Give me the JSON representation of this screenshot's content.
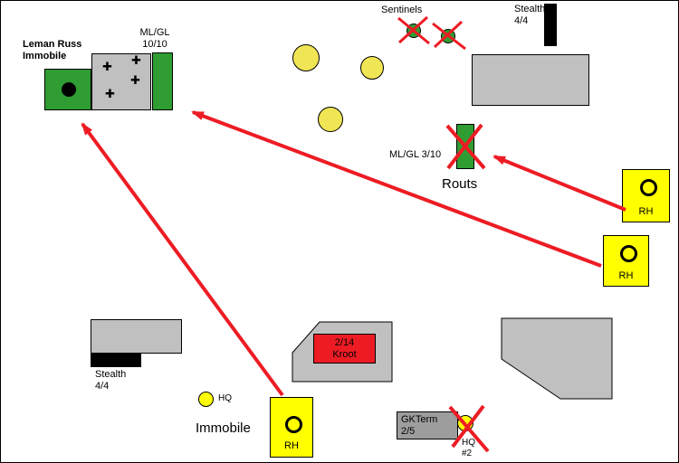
{
  "colors": {
    "red": "#ed1c24",
    "green": "#2f9d32",
    "yellow_bright": "#ffff00",
    "yellow_blip": "#f0e554",
    "gray_building": "#c0c0c0",
    "gray_dark": "#9d9d9d",
    "black": "#000000",
    "background": "#ffffff"
  },
  "icons": {
    "cross": "✚"
  },
  "labels": {
    "leman_russ": "Leman Russ\nImmobile",
    "mlgl_10": "ML/GL\n10/10",
    "sentinels": "Sentinels",
    "stealth_top": "Stealth\n4/4",
    "mlgl_3": "ML/GL 3/10",
    "routs": "Routs",
    "rh_1": "RH",
    "rh_2": "RH",
    "rh_3": "RH",
    "stealth_bottom": "Stealth\n4/4",
    "hq": "HQ",
    "immobile": "Immobile",
    "kroot": "2/14\nKroot",
    "gkterm": "GKTerm\n2/5",
    "hq_2": "HQ\n#2"
  }
}
